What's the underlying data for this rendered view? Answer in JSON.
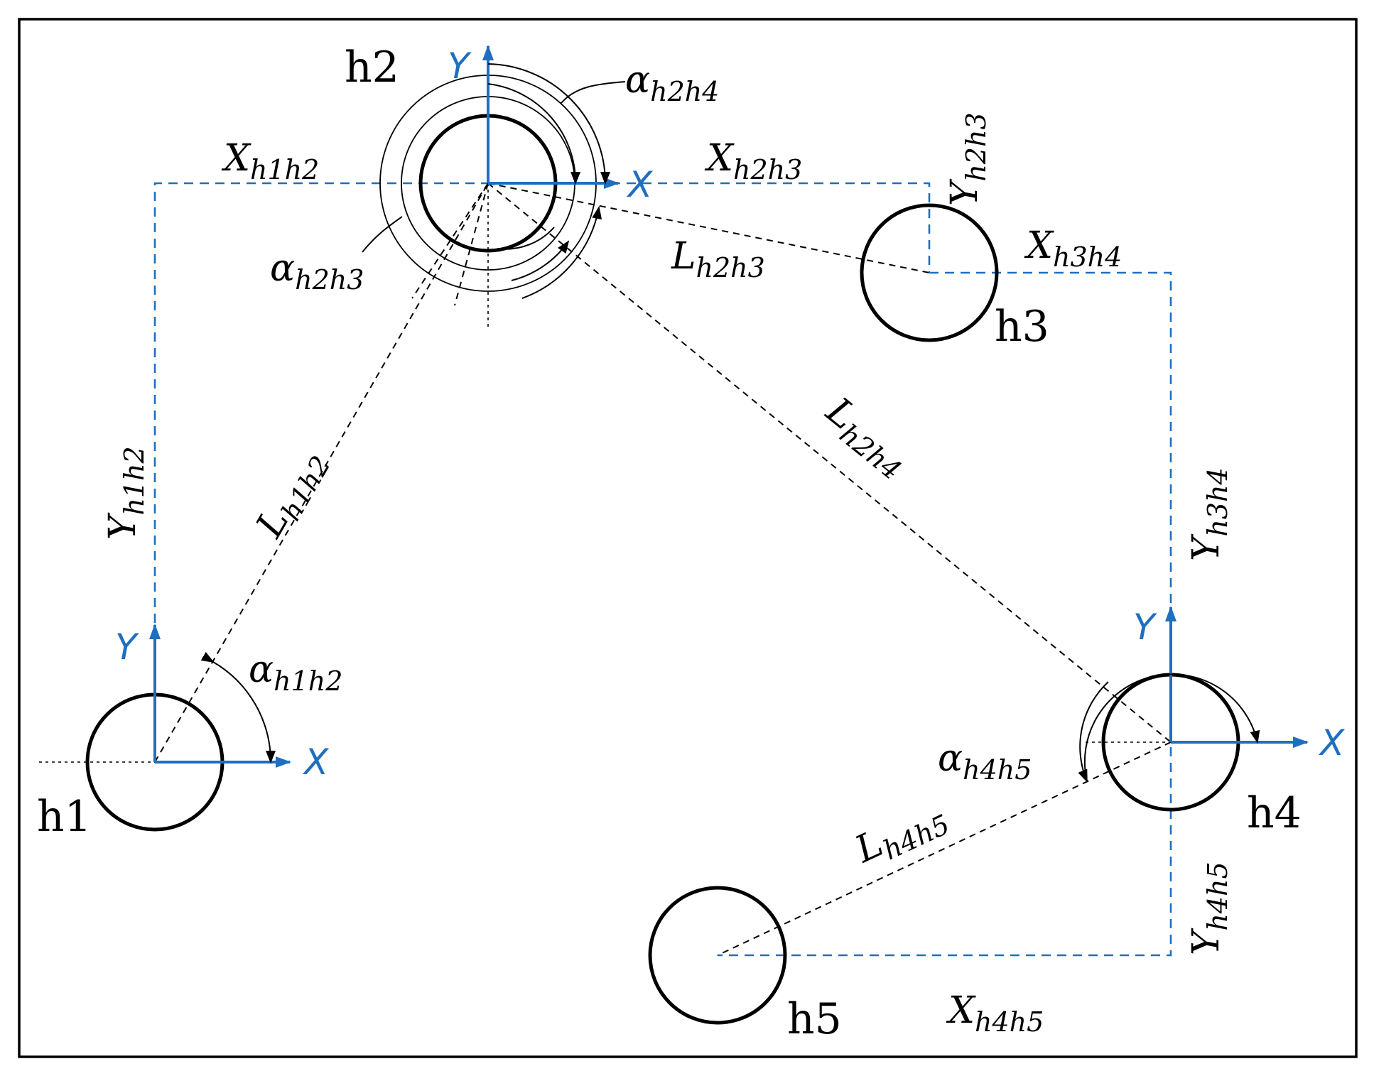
{
  "holes": [
    {
      "id": "h1",
      "label": "h1"
    },
    {
      "id": "h2",
      "label": "h2"
    },
    {
      "id": "h3",
      "label": "h3"
    },
    {
      "id": "h4",
      "label": "h4"
    },
    {
      "id": "h5",
      "label": "h5"
    }
  ],
  "axes": {
    "x": "X",
    "y": "Y"
  },
  "dimensions": {
    "x_h1h2": {
      "main": "X",
      "sub": "h1h2"
    },
    "y_h1h2": {
      "main": "Y",
      "sub": "h1h2"
    },
    "l_h1h2": {
      "main": "L",
      "sub": "h1h2"
    },
    "a_h1h2": {
      "main": "α",
      "sub": "h1h2"
    },
    "x_h2h3": {
      "main": "X",
      "sub": "h2h3"
    },
    "y_h2h3": {
      "main": "Y",
      "sub": "h2h3"
    },
    "l_h2h3": {
      "main": "L",
      "sub": "h2h3"
    },
    "a_h2h3": {
      "main": "α",
      "sub": "h2h3"
    },
    "a_h2h4": {
      "main": "α",
      "sub": "h2h4"
    },
    "l_h2h4": {
      "main": "L",
      "sub": "h2h4"
    },
    "x_h3h4": {
      "main": "X",
      "sub": "h3h4"
    },
    "y_h3h4": {
      "main": "Y",
      "sub": "h3h4"
    },
    "a_h4h5": {
      "main": "α",
      "sub": "h4h5"
    },
    "l_h4h5": {
      "main": "L",
      "sub": "h4h5"
    },
    "x_h4h5": {
      "main": "X",
      "sub": "h4h5"
    },
    "y_h4h5": {
      "main": "Y",
      "sub": "h4h5"
    }
  },
  "colors": {
    "axis": "#1f6fbf",
    "line": "#000000"
  }
}
